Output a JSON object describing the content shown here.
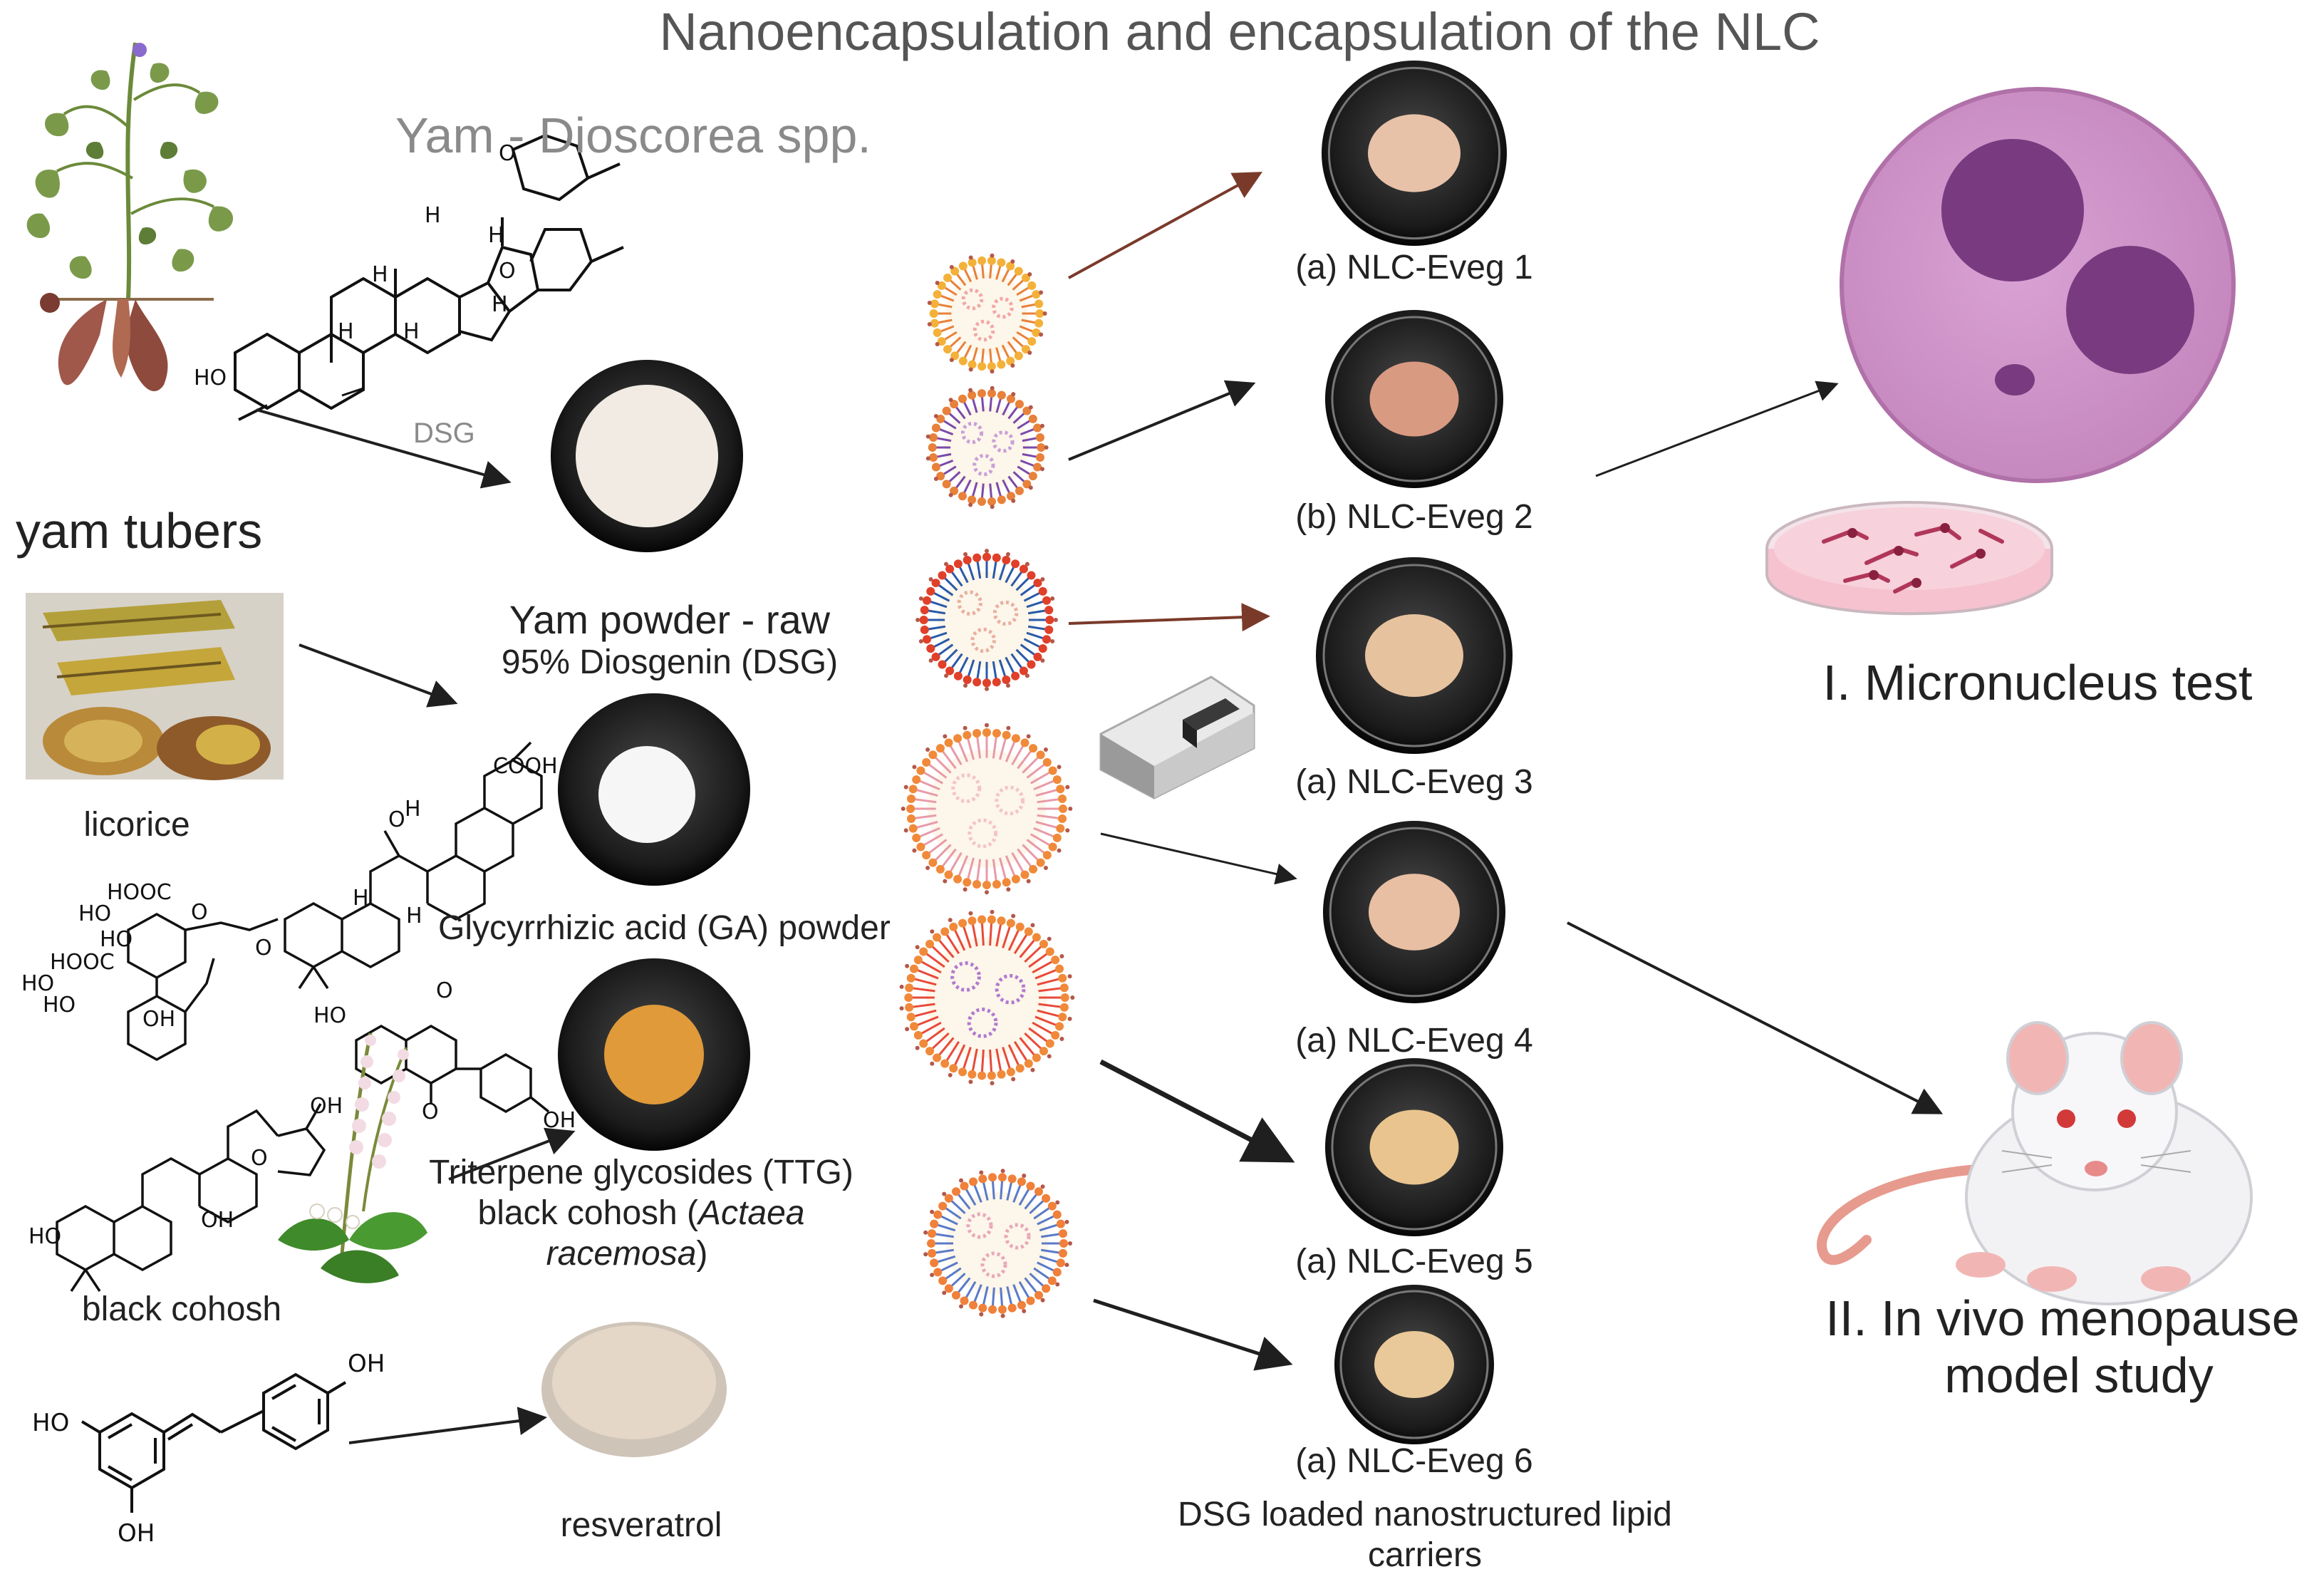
{
  "title": "Nanoencapsulation and encapsulation of the NLC",
  "colors": {
    "arrow_dark": "#1f1f1f",
    "arrow_brown": "#7a3a2a",
    "cell": "#cf8fc8",
    "nucleus": "#7a3a80",
    "powder_beige": "#e4c9a8",
    "powder_orange": "#e09a3a"
  },
  "sources": {
    "yam": {
      "name": "Yam - Dioscorea spp.",
      "tuber_label": "yam tubers",
      "arrow_label": "DSG",
      "molecule_labels": [
        "HO",
        "H",
        "H",
        "H",
        "H",
        "H",
        "O",
        "O",
        "H"
      ],
      "product_line1": "Yam powder - raw",
      "product_line2": "95% Diosgenin (DSG)"
    },
    "licorice": {
      "name": "licorice",
      "molecule_labels": [
        "COOH",
        "O",
        "H",
        "H",
        "H",
        "HOOC",
        "HO",
        "HO",
        "O",
        "HOOC",
        "HO",
        "HO",
        "OH",
        "O"
      ],
      "product": "Glycyrrhizic acid (GA) powder"
    },
    "black_cohosh": {
      "name": "black cohosh",
      "molecule_labels": [
        "HO",
        "O",
        "O",
        "OH",
        "O",
        "OH",
        "HO",
        "OH"
      ],
      "product_line1": "Triterpene glycosides (TTG)",
      "product_line2_prefix": "black cohosh (",
      "product_line2_italic": "Actaea",
      "product_line3_italic": "racemosa",
      "product_line3_suffix": ")"
    },
    "resveratrol": {
      "name": "resveratrol",
      "molecule_labels": [
        "OH",
        "HO",
        "OH"
      ]
    }
  },
  "formulations": [
    {
      "label": "(a) NLC-Eveg 1",
      "powder": "#e8c2a8"
    },
    {
      "label": "(b) NLC-Eveg 2",
      "powder": "#d99a82"
    },
    {
      "label": "(a) NLC-Eveg 3",
      "powder": "#e6c29e"
    },
    {
      "label": "(a) NLC-Eveg 4",
      "powder": "#e8bfa3"
    },
    {
      "label": "(a) NLC-Eveg 5",
      "powder": "#e9c48e"
    },
    {
      "label": "(a) NLC-Eveg 6",
      "powder": "#e9c999"
    }
  ],
  "footer_line1": "DSG loaded nanostructured lipid",
  "footer_line2": "carriers",
  "outcomes": {
    "micronucleus": "I. Micronucleus test",
    "in_vivo_line1": "II. In vivo menopause",
    "in_vivo_line2": "model study"
  }
}
